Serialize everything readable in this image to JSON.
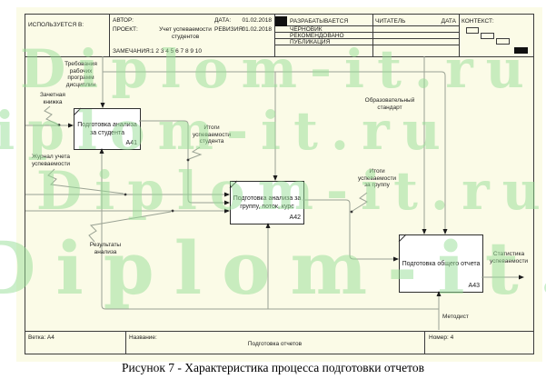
{
  "header": {
    "used_in_label": "ИСПОЛЬЗУЕТСЯ В:",
    "author_label": "АВТОР:",
    "project_label": "ПРОЕКТ:",
    "project_value": "Учет успеваемости\nстудентов",
    "date_label": "ДАТА:",
    "date_value": "01.02.2018",
    "revision_label": "РЕВИЗИЯ:",
    "revision_value": "01.02.2018",
    "notes_label": "ЗАМЕЧАНИЯ:",
    "notes_numbers": "1 2 3 4 5 6 7 8 9 10",
    "status_rows": [
      "РАЗРАБАТЫВАЕТСЯ",
      "ЧЕРНОВИК",
      "РЕКОМЕНДОВАНО",
      "ПУБЛИКАЦИЯ"
    ],
    "reader_label": "ЧИТАТЕЛЬ",
    "reader_date_label": "ДАТА",
    "context_label": "КОНТЕКСТ:"
  },
  "footer": {
    "branch_label": "Ветка: А4",
    "title_label": "Название:",
    "title_value": "Подготовка отчетов",
    "number_label": "Номер: 4"
  },
  "caption": "Рисунок 7 - Характеристика процесса подготовки отчетов",
  "watermark": {
    "text": "Diplom-it.ru",
    "color": "#96de96"
  },
  "diagram": {
    "boxes": [
      {
        "id": "A41",
        "label": "Подготовка анализа\nза студента",
        "code": "А41"
      },
      {
        "id": "A42",
        "label": "Подготовка анализа за\nгруппу, поток, курс",
        "code": "А42"
      },
      {
        "id": "A43",
        "label": "Подготовка общего отчета",
        "code": "А43"
      }
    ],
    "arrow_labels": {
      "trebovaniya": "Требования\nрабочих\nпрограмм\nдисциплин",
      "zachetka": "Зачетная\nкнижка",
      "zhurnal": "Журнал учета\nуспеваемости",
      "rezultaty": "Результаты\nанализа",
      "itogi_studenta": "Итоги\nуспеваемости\nстудента",
      "obrazovatelny": "Образовательный\nстандарт",
      "itogi_gruppy": "Итоги\nуспеваемости\nза группу",
      "statistika": "Статистика\nуспеваемости",
      "metodist": "Методист"
    }
  }
}
